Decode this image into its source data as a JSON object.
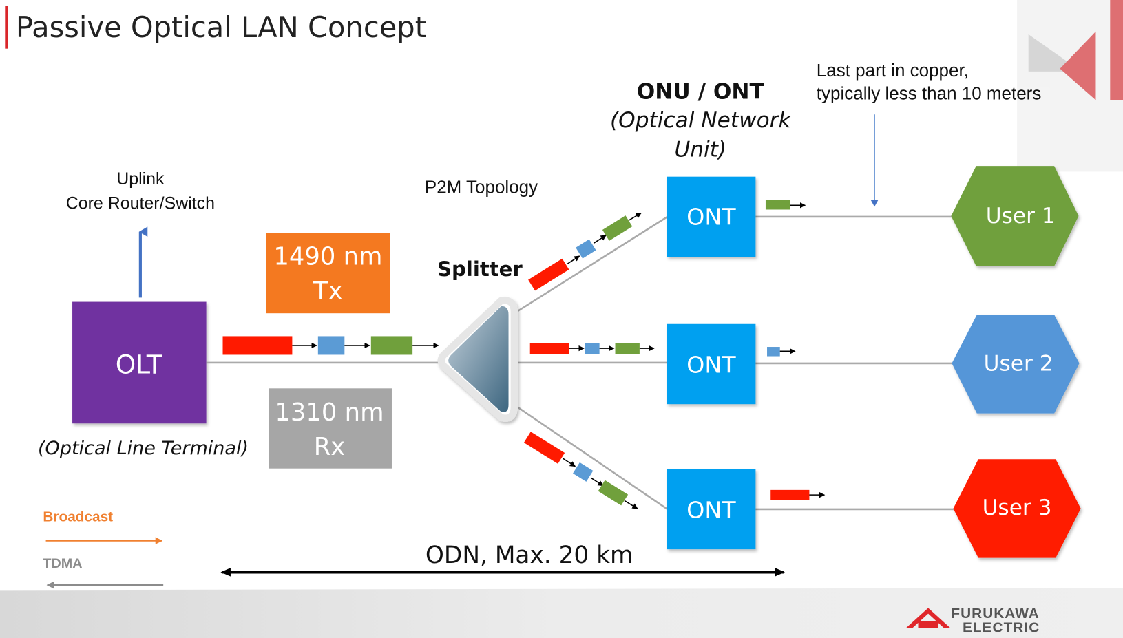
{
  "title": "Passive Optical LAN Concept",
  "colors": {
    "accent_red": "#d9262a",
    "olt": "#7030a0",
    "tx": "#f47920",
    "rx": "#a6a6a6",
    "ont": "#00a0f0",
    "user1": "#70a03c",
    "user2": "#5596d8",
    "user3": "#ff1a00",
    "pkt_red": "#ff1a00",
    "pkt_blue": "#5b9bd5",
    "pkt_green": "#70a03c",
    "uplink_arrow": "#4472c4",
    "broadcast": "#f08030",
    "tdma": "#8c8c8c"
  },
  "uplink": {
    "line1": "Uplink",
    "line2": "Core Router/Switch"
  },
  "olt": {
    "label": "OLT",
    "caption": "(Optical Line Terminal)"
  },
  "tx": {
    "line1": "1490 nm",
    "line2": "Tx"
  },
  "rx": {
    "line1": "1310 nm",
    "line2": "Rx"
  },
  "topology_label": "P2M Topology",
  "splitter_label": "Splitter",
  "onu": {
    "line1": "ONU / ONT",
    "line2": "(Optical Network",
    "line3": "Unit)"
  },
  "copper_note": {
    "line1": "Last part in copper,",
    "line2": "typically less than 10 meters"
  },
  "onts": [
    {
      "label": "ONT"
    },
    {
      "label": "ONT"
    },
    {
      "label": "ONT"
    }
  ],
  "users": [
    {
      "label": "User 1"
    },
    {
      "label": "User 2"
    },
    {
      "label": "User 3"
    }
  ],
  "legend": {
    "broadcast": "Broadcast",
    "tdma": "TDMA"
  },
  "odn_label": "ODN, Max. 20 km",
  "logo": {
    "line1": "FURUKAWA",
    "line2": "ELECTRIC"
  }
}
